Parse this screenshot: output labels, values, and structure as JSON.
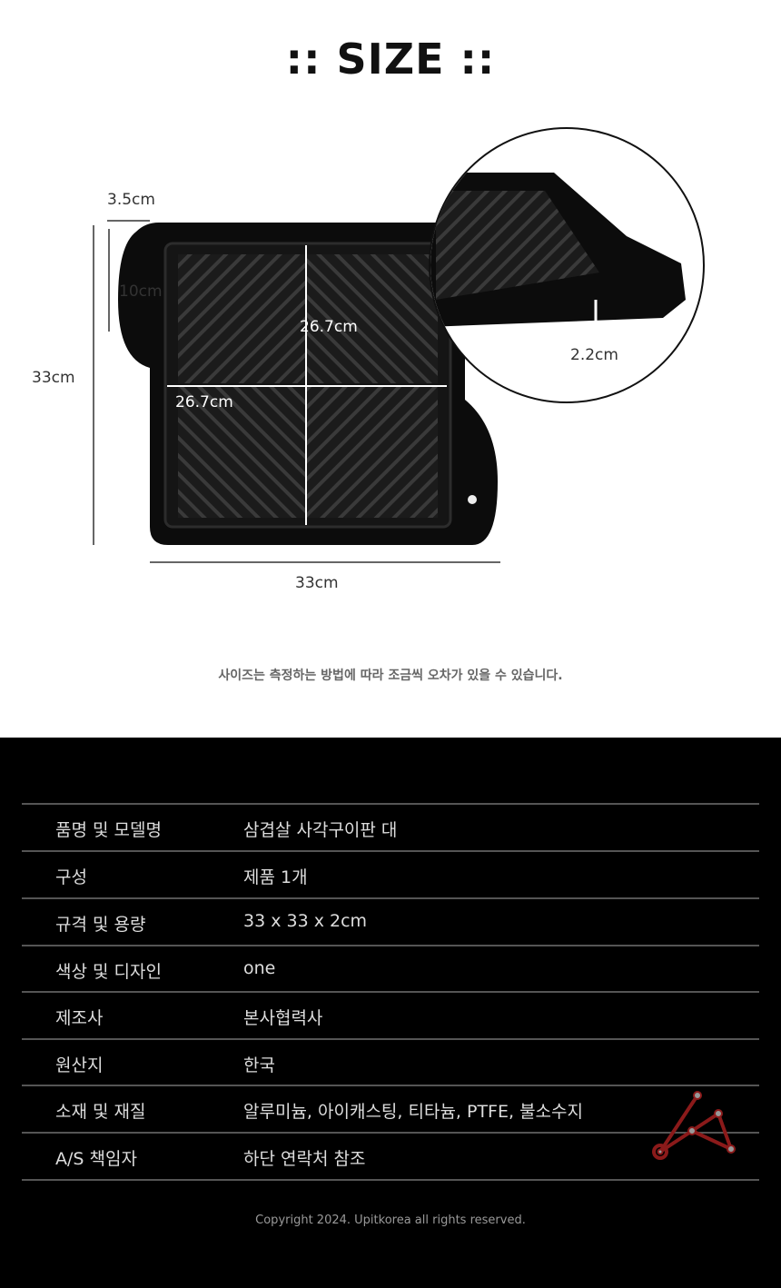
{
  "title": ":: SIZE ::",
  "dimensions": {
    "handle": "3.5cm",
    "inner_depth": "10cm",
    "height": "33cm",
    "width": "33cm",
    "inner_w": "26.7cm",
    "inner_h": "26.7cm",
    "thickness": "2.2cm"
  },
  "note": "사이즈는 측정하는 방법에 따라 조금씩 오차가 있을 수 있습니다.",
  "specs": [
    {
      "label": "품명 및 모델명",
      "value": "삼겹살 사각구이판 대"
    },
    {
      "label": "구성",
      "value": "제품 1개"
    },
    {
      "label": "규격 및 용량",
      "value": "33 x 33 x 2cm"
    },
    {
      "label": "색상 및 디자인",
      "value": "one"
    },
    {
      "label": "제조사",
      "value": "본사협력사"
    },
    {
      "label": "원산지",
      "value": "한국"
    },
    {
      "label": "소재 및 재질",
      "value": "알루미늄, 아이캐스팅, 티타늄, PTFE, 불소수지"
    },
    {
      "label": "A/S 책임자",
      "value": "하단 연락처 참조"
    }
  ],
  "copyright": "Copyright 2024. Upitkorea all rights reserved.",
  "colors": {
    "logo": "#8b1a1a"
  }
}
